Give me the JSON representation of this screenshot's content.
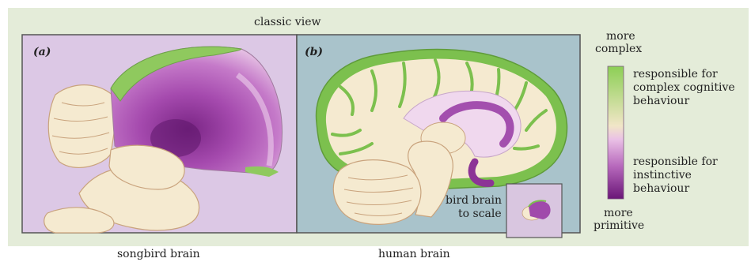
{
  "header": {
    "title": "classic view"
  },
  "panels": {
    "a": {
      "letter": "(a)",
      "caption": "songbird brain"
    },
    "b": {
      "letter": "(b)",
      "caption": "human brain",
      "inset_label_1": "bird brain",
      "inset_label_2": "to scale"
    }
  },
  "legend": {
    "top_1": "more",
    "top_2": "complex",
    "upper_1": "responsible for",
    "upper_2": "complex cognitive",
    "upper_3": "behaviour",
    "lower_1": "responsible for",
    "lower_2": "instinctive",
    "lower_3": "behaviour",
    "bottom_1": "more",
    "bottom_2": "primitive"
  },
  "colors": {
    "band": "#e4ecd9",
    "panel_a_bg": "#dcc8e5",
    "panel_b_bg": "#a9c3cb",
    "cream": "#f5ead0",
    "green": "#7cc04e",
    "purple_light": "#e3b4e2",
    "purple_mid": "#b463bb",
    "purple_dark": "#6d1f7a"
  }
}
